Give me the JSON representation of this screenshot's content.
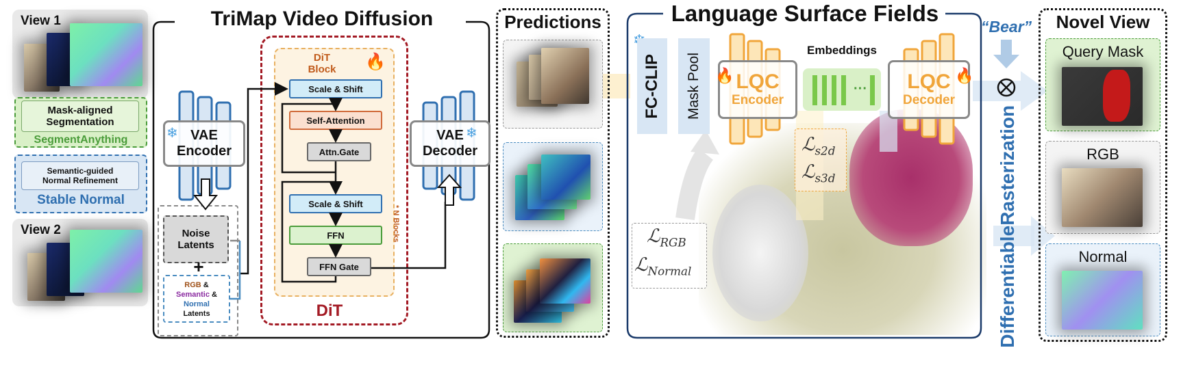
{
  "left": {
    "view1": "View 1",
    "view2": "View 2",
    "seg_box": {
      "line1": "Mask-aligned",
      "line2": "Segmentation",
      "model": "SegmentAnything"
    },
    "normal_box": {
      "line1": "Semantic-guided",
      "line2": "Normal Refinement",
      "model": "Stable Normal"
    }
  },
  "trimap": {
    "title": "TriMap Video Diffusion",
    "vae_encoder": {
      "line1": "VAE",
      "line2": "Encoder"
    },
    "vae_decoder": {
      "line1": "VAE",
      "line2": "Decoder"
    },
    "noise_latents": {
      "line1": "Noise",
      "line2": "Latents"
    },
    "plus": "+",
    "latents": {
      "rgb": "RGB",
      "amp1": " &",
      "semantic": "Semantic",
      "amp2": " &",
      "normal": "Normal",
      "tail": "Latents"
    },
    "dit_block": {
      "line1": "DiT",
      "line2": "Block"
    },
    "dit_label": "DiT",
    "n_blocks": "* N Blocks",
    "ops": {
      "scale_shift_1": "Scale & Shift",
      "self_attention": "Self-Attention",
      "attn_gate": "Attn.Gate",
      "scale_shift_2": "Scale & Shift",
      "ffn": "FFN",
      "ffn_gate": "FFN Gate"
    }
  },
  "predictions": {
    "title": "Predictions"
  },
  "lsf": {
    "title": "Language Surface Fields",
    "fc_clip": "FC-CLIP",
    "mask_pool": "Mask Pool",
    "lqc_encoder": {
      "line1": "LQC",
      "line2": "Encoder"
    },
    "lqc_decoder": {
      "line1": "LQC",
      "line2": "Decoder"
    },
    "embeddings": "Embeddings",
    "dots": "···",
    "loss_s2d": {
      "base": "ℒ",
      "sub": "s2d"
    },
    "loss_s3d": {
      "base": "ℒ",
      "sub": "s3d"
    },
    "loss_rgb": {
      "base": "ℒ",
      "sub": "RGB"
    },
    "loss_normal": {
      "base": "ℒ",
      "sub": "Normal"
    }
  },
  "query_word": "“Bear”",
  "rasterization": {
    "line1": "Differentiable",
    "line2": "Rasterization"
  },
  "novel_view": {
    "title": "Novel View",
    "query_mask": "Query Mask",
    "rgb": "RGB",
    "normal": "Normal"
  },
  "colors": {
    "blue_dark": "#2f6fb0",
    "red_dark": "#a31a24",
    "orange": "#f0a53a",
    "green_light": "#d9f0c7",
    "green_dark": "#4a9c3a",
    "purple_text": "#8a2aa0"
  }
}
